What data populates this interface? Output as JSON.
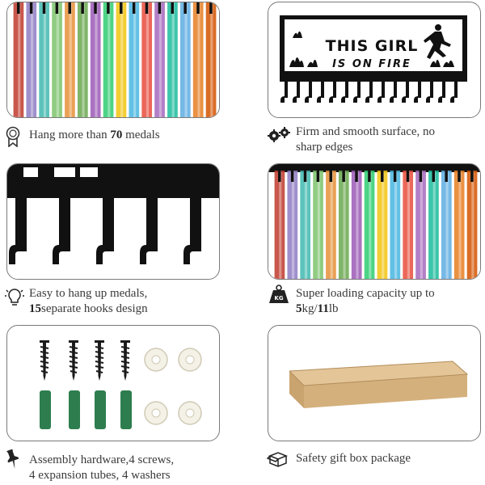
{
  "features": [
    {
      "icon": "medal-icon",
      "caption_parts": [
        "Hang more than ",
        "70",
        " medals"
      ]
    },
    {
      "icon": "gears-icon",
      "caption_lines": [
        "Firm and smooth surface, no",
        "sharp edges"
      ],
      "sign": {
        "line1": "THIS GIRL",
        "line2": "IS ON FIRE"
      }
    },
    {
      "icon": "lightbulb-icon",
      "caption_line1": "Easy to hang up medals,",
      "caption_line2_parts": [
        "15",
        "separate hooks design"
      ]
    },
    {
      "icon": "weight-icon",
      "weight_label": "KG",
      "caption_line1": "Super loading capacity  up to",
      "caption_line2_parts": [
        "5",
        "kg/",
        "11",
        "lb"
      ]
    },
    {
      "icon": "pushpin-icon",
      "caption_lines": [
        "Assembly hardware,4  screws,",
        "4 expansion tubes, 4 washers"
      ]
    },
    {
      "icon": "gift-box-icon",
      "caption_lines": [
        "Safety gift box package"
      ]
    }
  ],
  "ribbon_colors": [
    "#c0392b",
    "#8e7cc3",
    "#3fb8af",
    "#7dc36b",
    "#e69138",
    "#6aa84f",
    "#9b59b6",
    "#2ecc71",
    "#f1c40f",
    "#48b5e0",
    "#e74c3c",
    "#a569bd",
    "#1abc9c",
    "#5dade2",
    "#e67e22",
    "#d35400"
  ],
  "colors": {
    "border": "#7a7a7a",
    "rack": "#111111",
    "tube": "#2e7d4f",
    "cardboard": "#d9b98a"
  }
}
